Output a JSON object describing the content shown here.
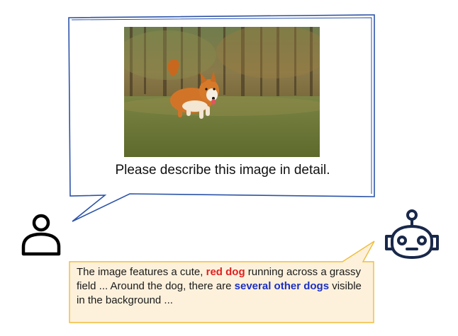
{
  "user_message": {
    "text": "Please describe this image in detail.",
    "image_alt": "corgi running on grass"
  },
  "assistant_message": {
    "part1": "The image features a cute, ",
    "highlight1": "red dog",
    "part2": " running across  a grassy field ... Around the dog, there are ",
    "highlight2": "several other dogs",
    "part3": " visible in the background ..."
  },
  "icons": {
    "user": "user-icon",
    "assistant": "robot-icon"
  },
  "colors": {
    "user_bubble_border": "#2c53a8",
    "assistant_bubble_border": "#f0bd3a",
    "assistant_bubble_fill": "#fdf1dc",
    "highlight1": "#e02020",
    "highlight2": "#1c2fc0",
    "robot_color": "#19284a"
  }
}
